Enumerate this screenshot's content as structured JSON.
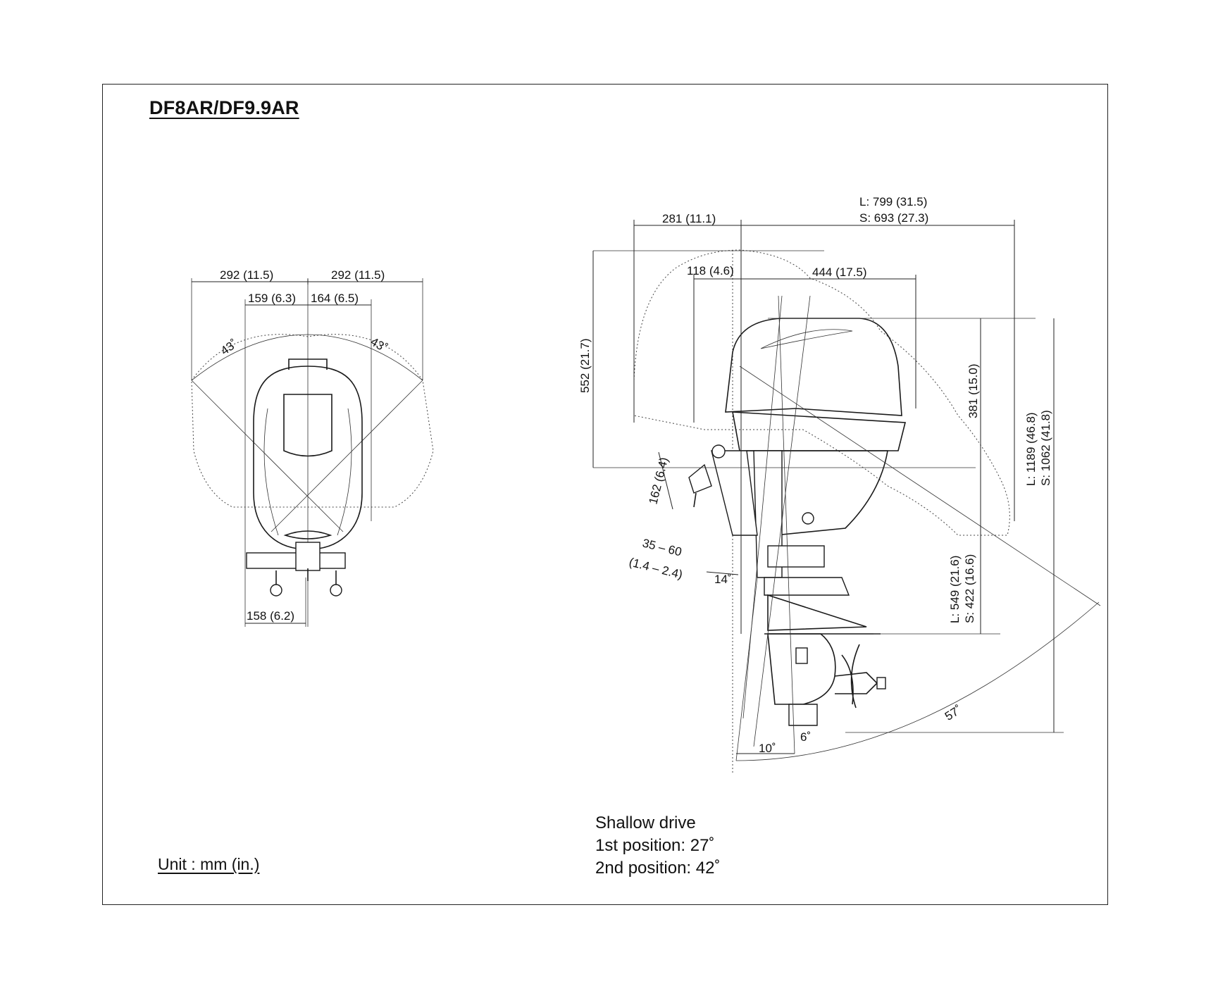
{
  "title": "DF8AR/DF9.9AR",
  "unit_label": "Unit : mm (in.)",
  "shallow_drive": {
    "heading": "Shallow drive",
    "first_position": "1st position: 27˚",
    "second_position": "2nd position: 42˚"
  },
  "front_view": {
    "width_left": "292 (11.5)",
    "width_right": "292 (11.5)",
    "inner_left": "159 (6.3)",
    "inner_right": "164 (6.5)",
    "angle_left": "43˚",
    "angle_right": "43˚",
    "bracket_width": "158 (6.2)"
  },
  "side_view": {
    "rear_length": "281 (11.1)",
    "length_long": "L: 799 (31.5)",
    "length_short": "S: 693 (27.3)",
    "tiller_offset": "118 (4.6)",
    "cowl_length": "444 (17.5)",
    "tilt_height": "552 (21.7)",
    "cowl_height": "381 (15.0)",
    "total_height_long": "L: 1189 (46.8)",
    "total_height_short": "S: 1062 (41.8)",
    "shaft_long": "L: 549 (21.6)",
    "shaft_short": "S: 422 (16.6)",
    "clamp_height": "162 (6.4)",
    "transom_range_mm": "35 – 60",
    "transom_range_in": "(1.4 – 2.4)",
    "transom_angle": "14˚",
    "trim_angle_fwd": "10˚",
    "trim_angle_rear": "6˚",
    "tilt_angle": "57˚"
  }
}
